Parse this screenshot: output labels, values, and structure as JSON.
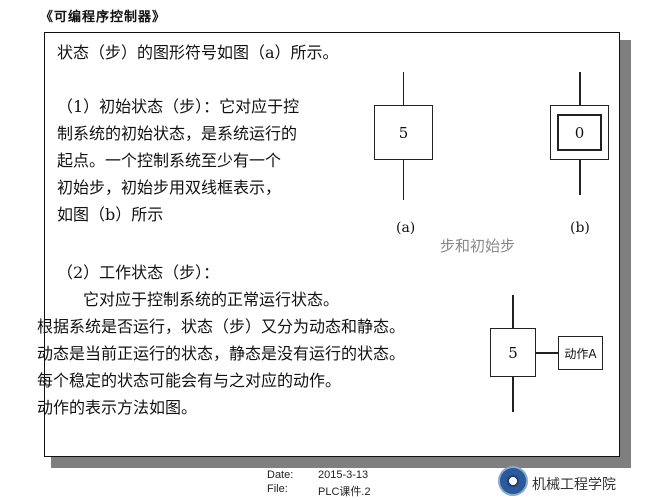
{
  "header": {
    "title": "《可编程序控制器》"
  },
  "slide": {
    "intro": "状态（步）的图形符号如图（a）所示。",
    "section1": {
      "lines": [
        "（1）初始状态（步）：它对应于控",
        "制系统的初始状态，是系统运行的",
        "起点。一个控制系统至少有一个",
        "初始步，初始步用双线框表示，",
        "如图（b）所示"
      ]
    },
    "section2": {
      "lines": [
        "（2）工作状态（步）：",
        "　它对应于控制系统的正常运行状态。",
        "根据系统是否运行，状态（步）又分为动态和静态。",
        "动态是当前正运行的状态，静态是没有运行的状态。",
        "每个稳定的状态可能会有与之对应的动作。",
        "动作的表示方法如图。"
      ]
    },
    "figure1": {
      "step_a_number": "5",
      "step_b_number": "0",
      "label_a": "(a)",
      "label_b": "(b)",
      "caption": "步和初始步"
    },
    "figure2": {
      "step_number": "5",
      "action_label": "动作A"
    }
  },
  "footer": {
    "date_label": "Date:",
    "date_value": "2015-3-13",
    "file_label": "File:",
    "file_value": "PLC课件.2",
    "school": "机械工程学院"
  }
}
